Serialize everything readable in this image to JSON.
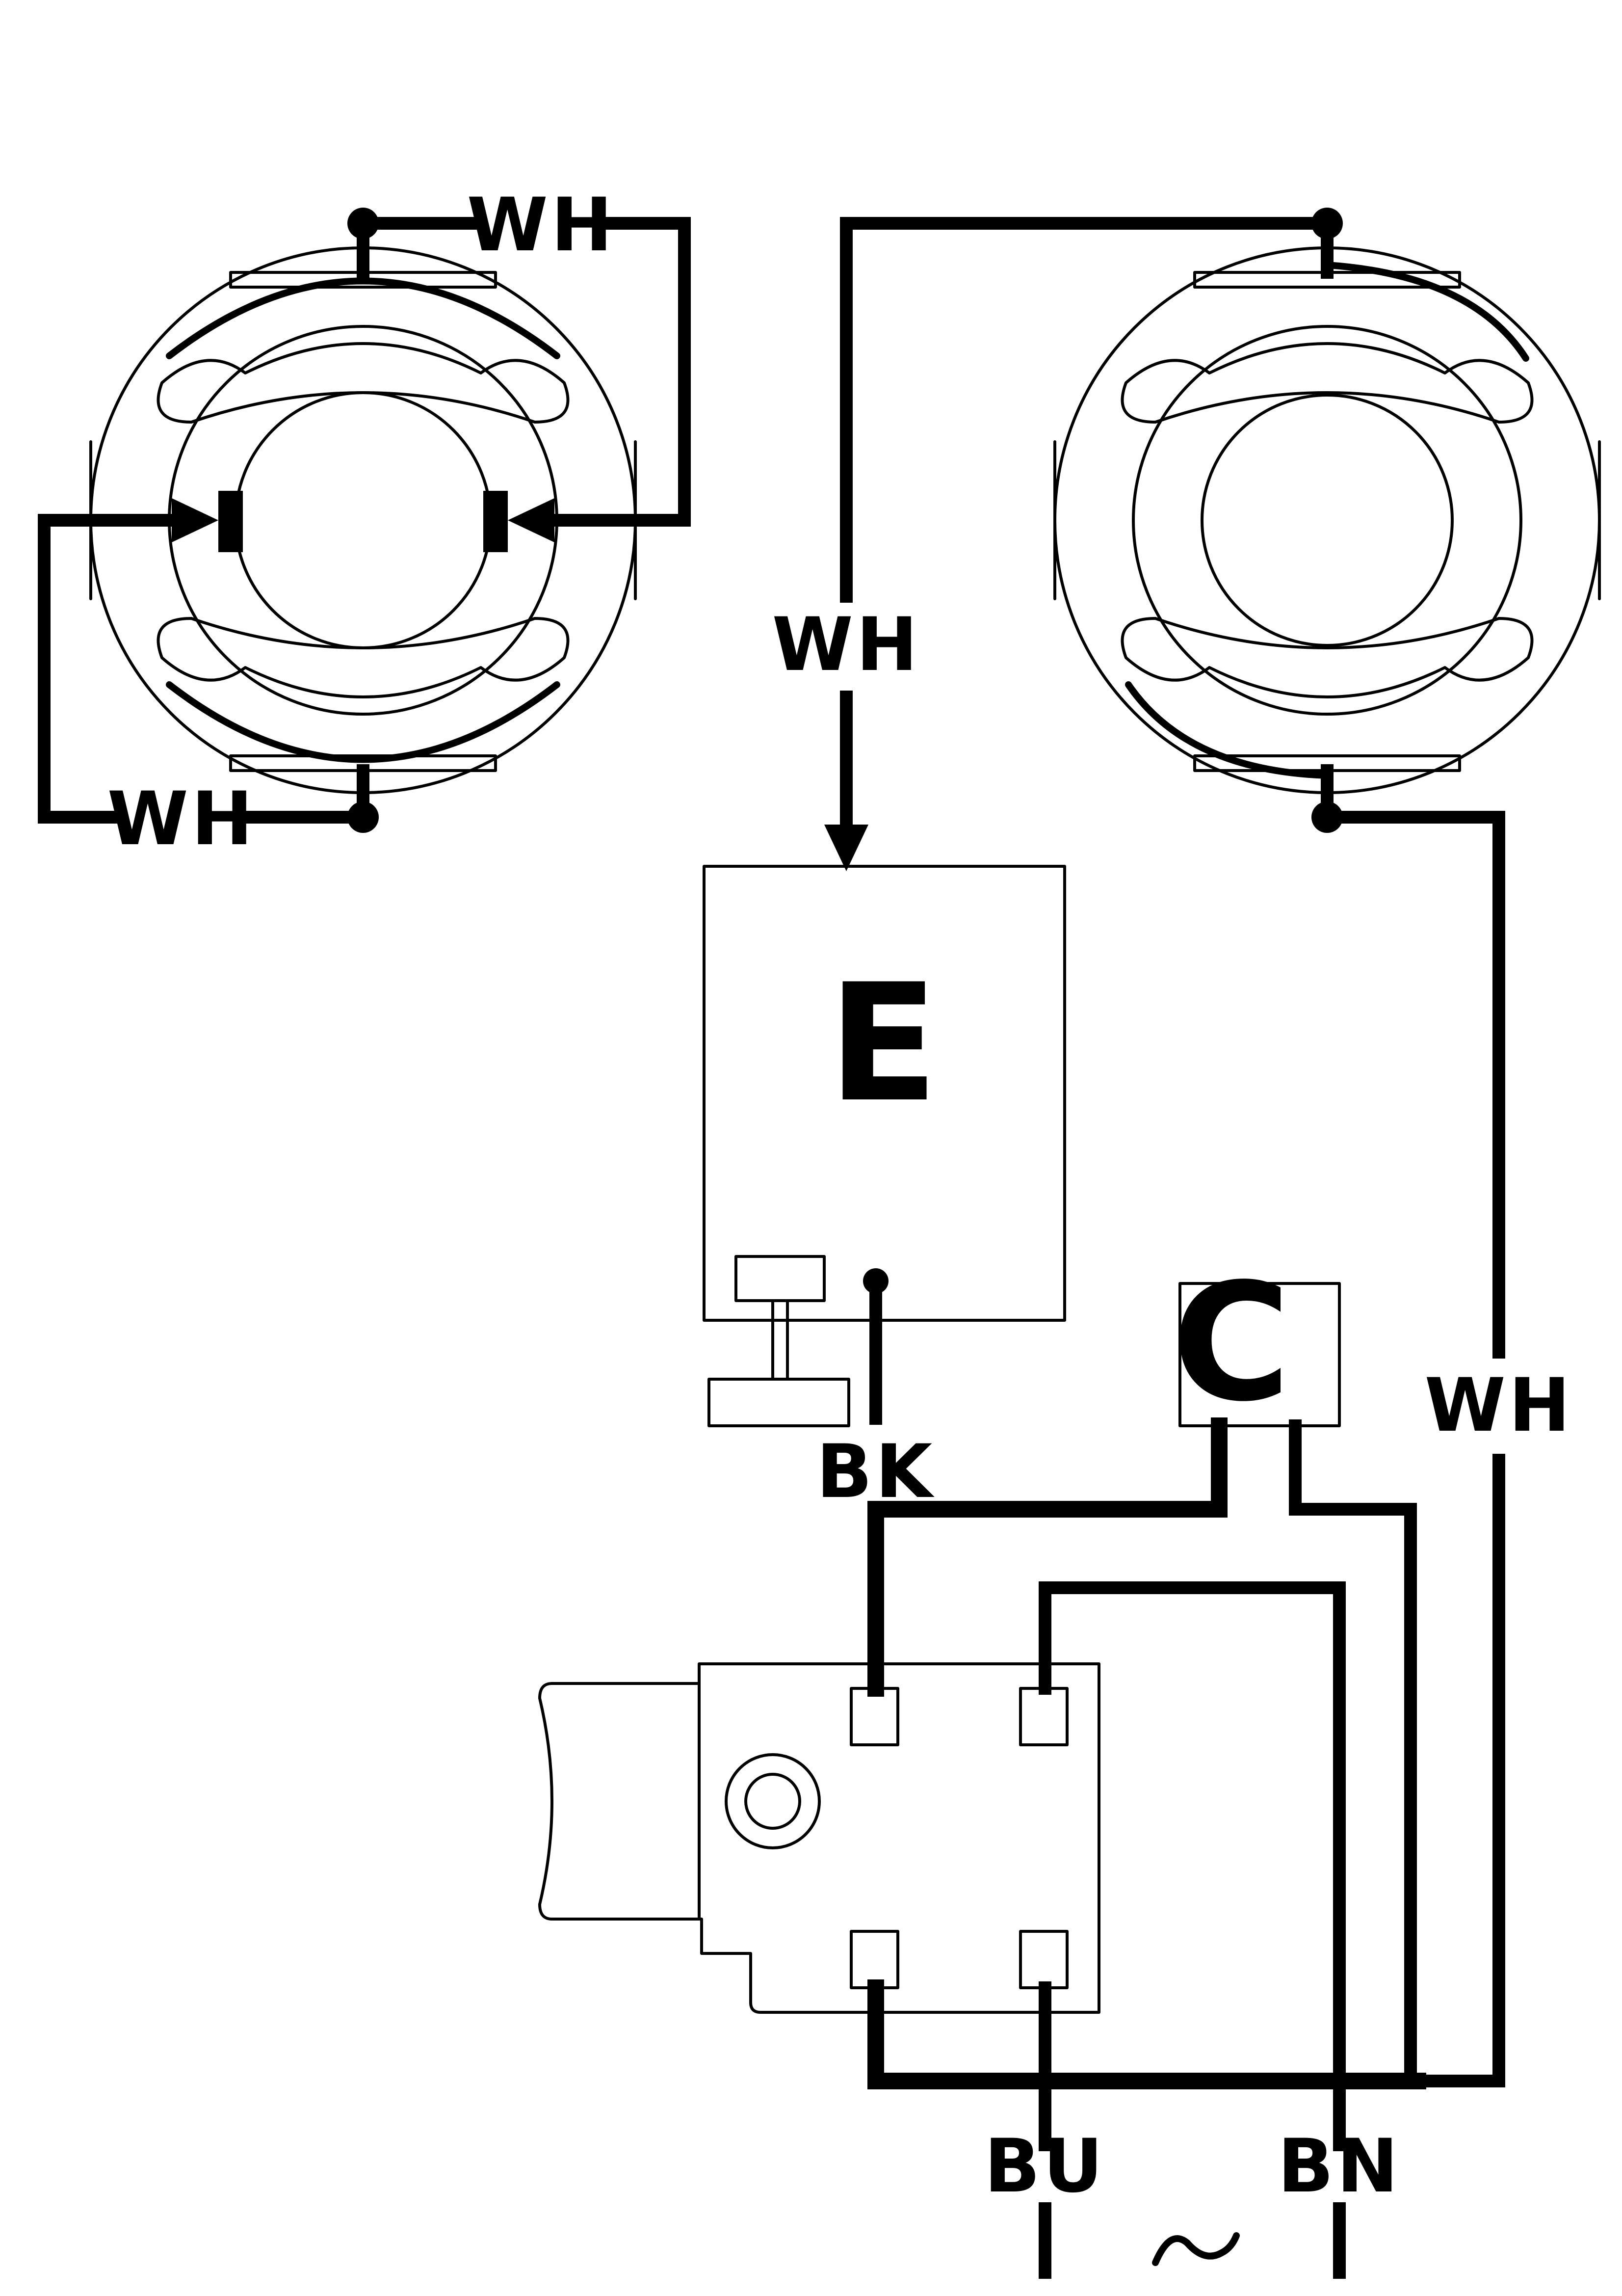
{
  "diagram": {
    "wire_labels": {
      "wh_top_left": "WH",
      "wh_bottom_left": "WH",
      "wh_middle": "WH",
      "wh_right": "WH",
      "bk": "BK",
      "bu": "BU",
      "bn": "BN"
    },
    "components": {
      "electrode_box": {
        "letter": "E"
      },
      "capacitor_box": {
        "letter": "C"
      }
    },
    "supply_symbol": "~"
  }
}
